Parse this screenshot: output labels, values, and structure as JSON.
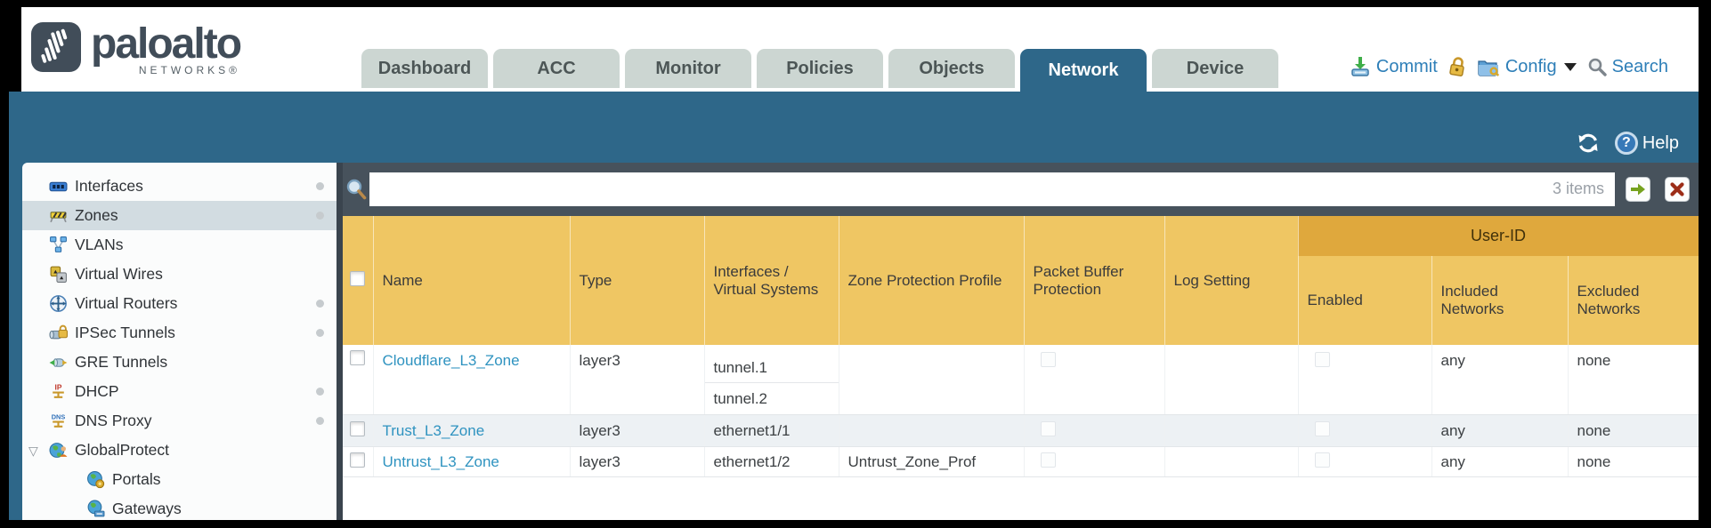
{
  "header": {
    "brand": "paloalto",
    "brand_sub": "NETWORKS®",
    "tabs": [
      {
        "label": "Dashboard",
        "active": false
      },
      {
        "label": "ACC",
        "active": false
      },
      {
        "label": "Monitor",
        "active": false
      },
      {
        "label": "Policies",
        "active": false
      },
      {
        "label": "Objects",
        "active": false
      },
      {
        "label": "Network",
        "active": true
      },
      {
        "label": "Device",
        "active": false
      }
    ],
    "commit_label": "Commit",
    "config_label": "Config",
    "search_label": "Search",
    "help_label": "Help"
  },
  "sidebar": {
    "items": [
      {
        "label": "Interfaces"
      },
      {
        "label": "Zones"
      },
      {
        "label": "VLANs"
      },
      {
        "label": "Virtual Wires"
      },
      {
        "label": "Virtual Routers"
      },
      {
        "label": "IPSec Tunnels"
      },
      {
        "label": "GRE Tunnels"
      },
      {
        "label": "DHCP"
      },
      {
        "label": "DNS Proxy"
      },
      {
        "label": "GlobalProtect"
      },
      {
        "label": "Portals"
      },
      {
        "label": "Gateways"
      }
    ],
    "selected": "Zones"
  },
  "toolbar": {
    "items_count": "3 items",
    "filter_placeholder": ""
  },
  "table": {
    "group_header": "User-ID",
    "columns": [
      "Name",
      "Type",
      "Interfaces / Virtual Systems",
      "Zone Protection Profile",
      "Packet Buffer Protection",
      "Log Setting",
      "Enabled",
      "Included Networks",
      "Excluded Networks"
    ],
    "rows": [
      {
        "name": "Cloudflare_L3_Zone",
        "type": "layer3",
        "interfaces": [
          "tunnel.1",
          "tunnel.2"
        ],
        "zone_protection_profile": "",
        "log_setting": "",
        "included_networks": "any",
        "excluded_networks": "none"
      },
      {
        "name": "Trust_L3_Zone",
        "type": "layer3",
        "interfaces": [
          "ethernet1/1"
        ],
        "zone_protection_profile": "",
        "log_setting": "",
        "included_networks": "any",
        "excluded_networks": "none"
      },
      {
        "name": "Untrust_L3_Zone",
        "type": "layer3",
        "interfaces": [
          "ethernet1/2"
        ],
        "zone_protection_profile": "Untrust_Zone_Prof",
        "log_setting": "",
        "included_networks": "any",
        "excluded_networks": "none"
      }
    ]
  },
  "colors": {
    "teal": "#2e6789",
    "header_gold": "#efc663",
    "group_amber": "#dfa83d",
    "link_blue": "#2f93c0",
    "filter_bar": "#47525c",
    "tab_inactive": "#ccd6d2"
  }
}
